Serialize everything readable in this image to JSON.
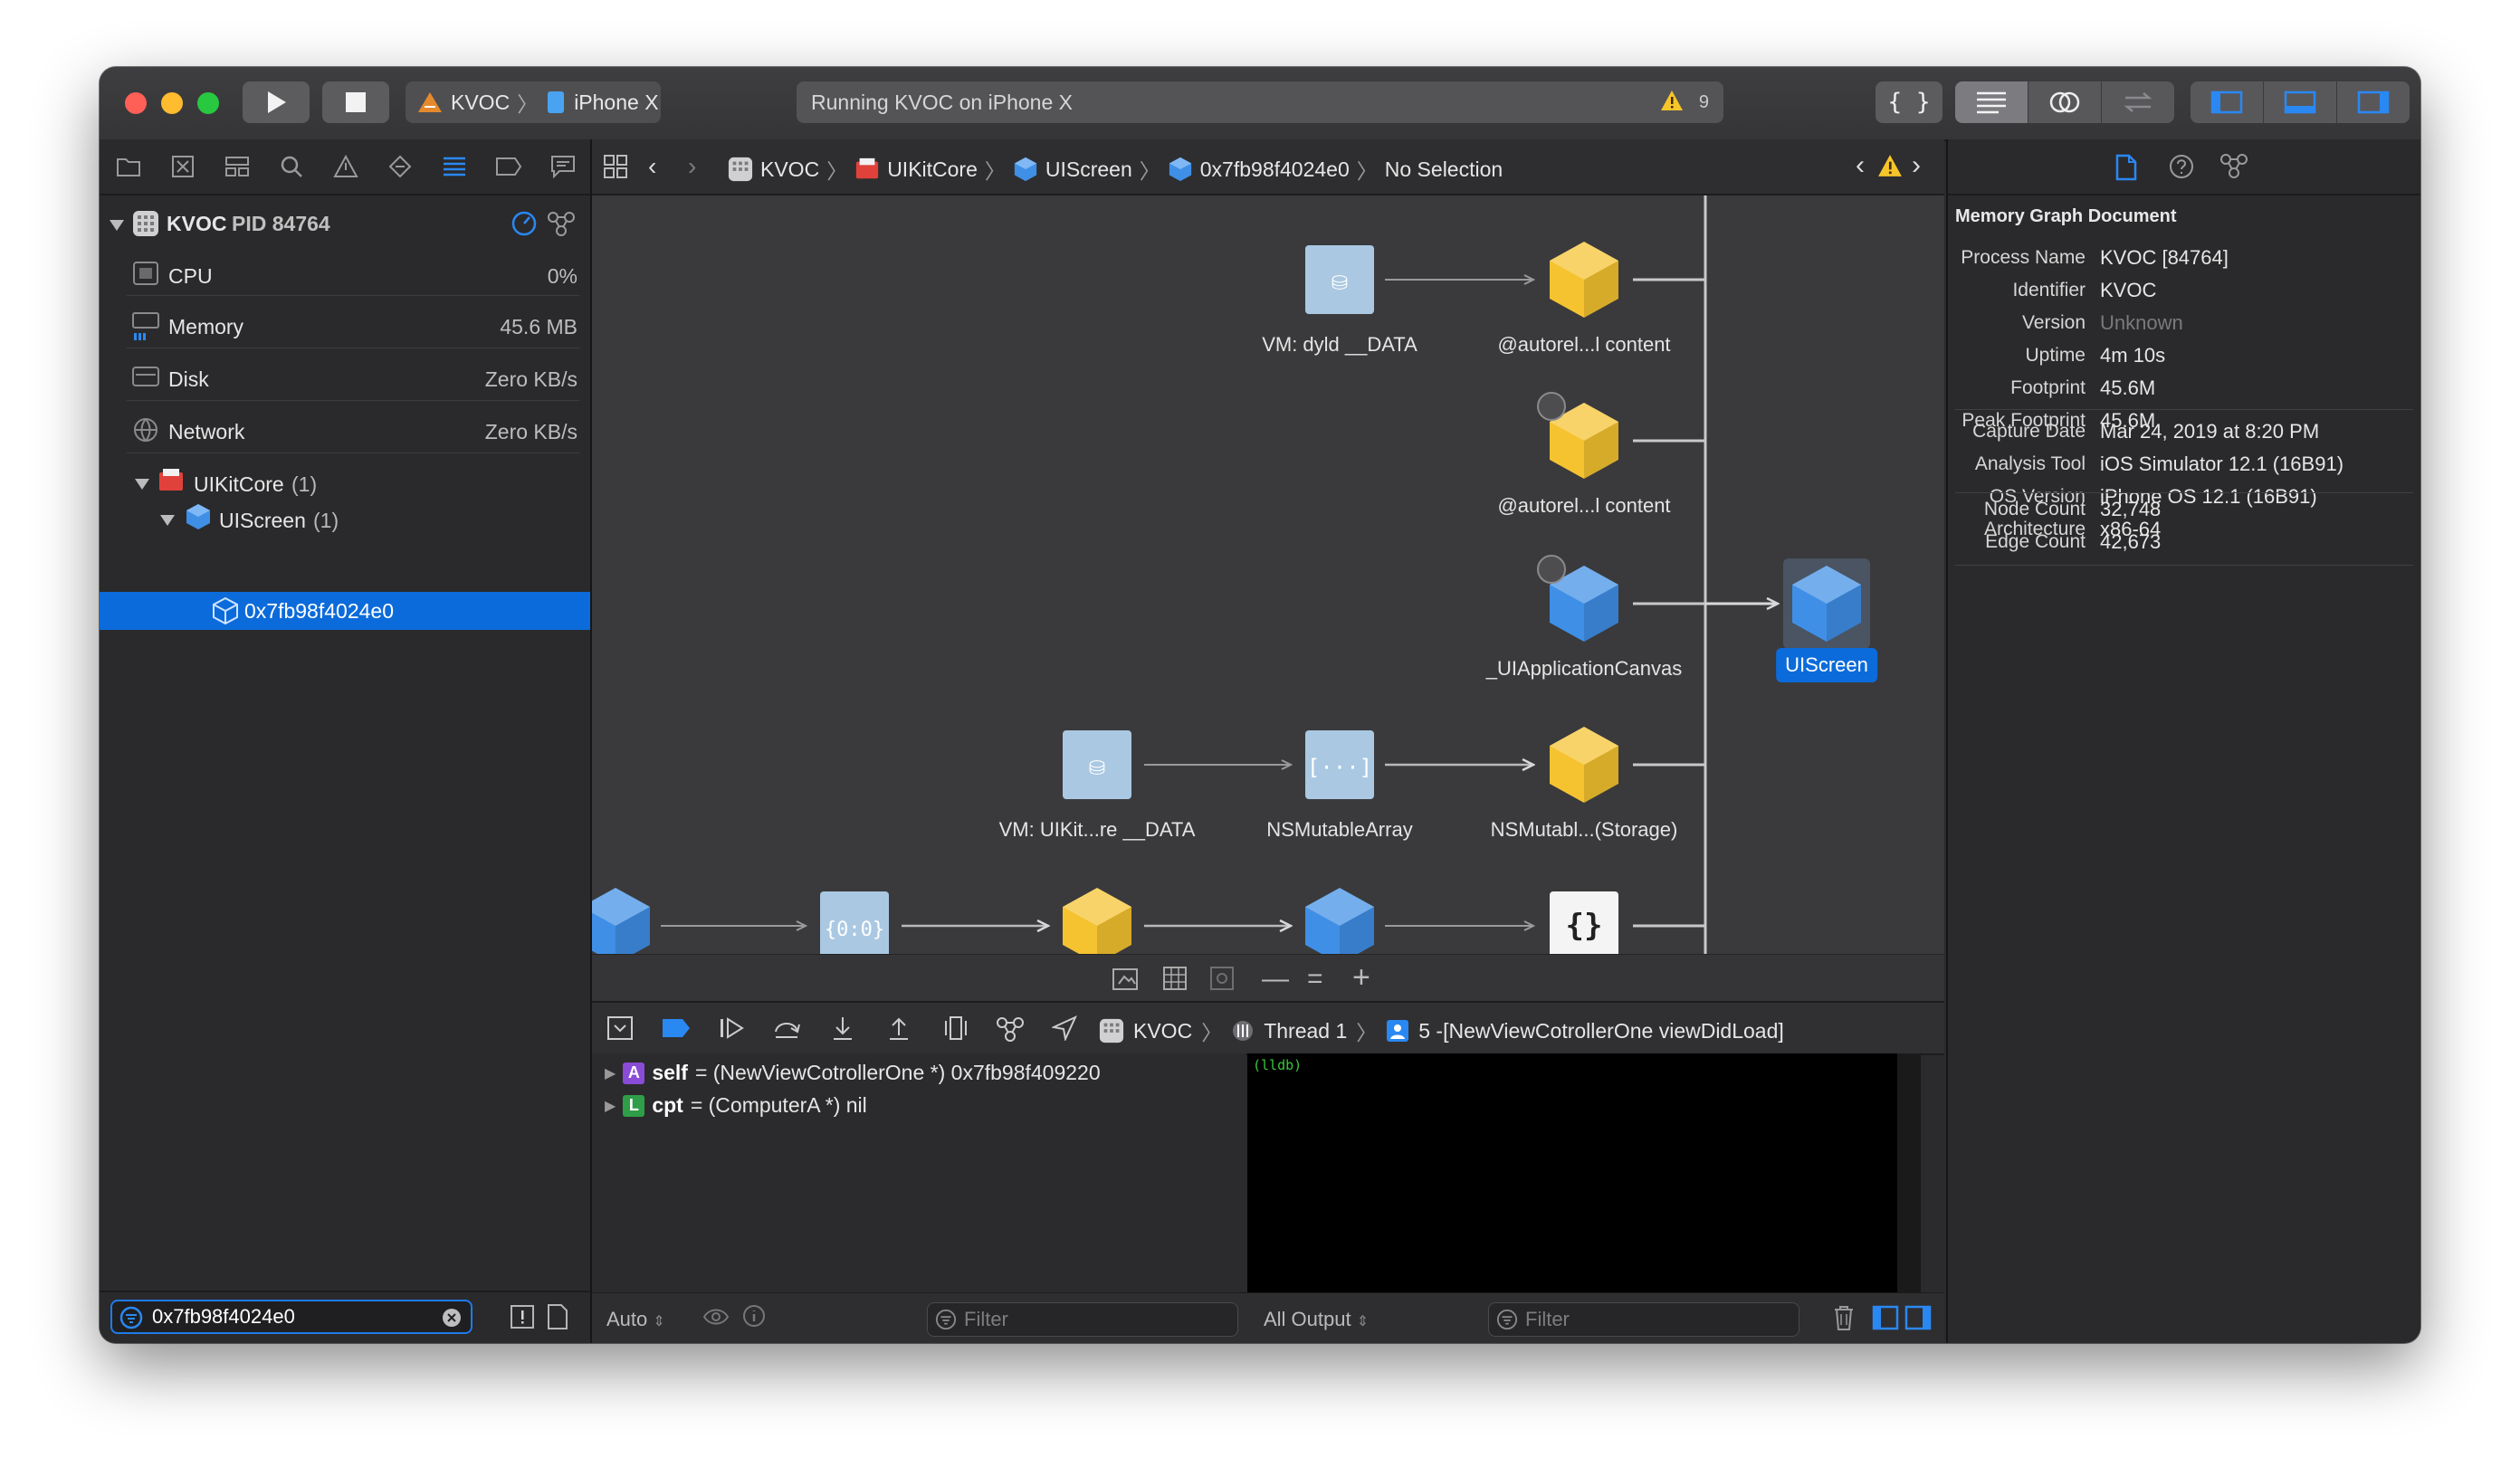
{
  "toolbar": {
    "scheme_project": "KVOC",
    "scheme_device": "iPhone X",
    "activity_text": "Running KVOC on iPhone X",
    "warning_count": "9"
  },
  "navigator": {
    "process_name": "KVOC",
    "process_pid": "PID 84764",
    "gauges": [
      {
        "label": "CPU",
        "value": "0%"
      },
      {
        "label": "Memory",
        "value": "45.6 MB"
      },
      {
        "label": "Disk",
        "value": "Zero KB/s"
      },
      {
        "label": "Network",
        "value": "Zero KB/s"
      }
    ],
    "tree": [
      {
        "label": "UIKitCore",
        "count": "(1)"
      },
      {
        "label": "UIScreen",
        "count": "(1)"
      },
      {
        "label": "0x7fb98f4024e0",
        "count": ""
      }
    ],
    "filter_value": "0x7fb98f4024e0"
  },
  "jumpbar": {
    "crumbs": [
      "KVOC",
      "UIKitCore",
      "UIScreen",
      "0x7fb98f4024e0",
      "No Selection"
    ]
  },
  "graph": {
    "labels": {
      "vm_dyld": "VM: dyld __DATA",
      "autorel1": "@autorel...l content",
      "autorel2": "@autorel...l content",
      "canvas": "_UIApplicationCanvas",
      "uiscreen": "UIScreen",
      "vm_uikit": "VM: UIKit...re __DATA",
      "nsmutablearray": "NSMutableArray",
      "nsstorage": "NSMutabl...(Storage)"
    },
    "colors": {
      "struct_yellow": "#f5c330",
      "class_blue": "#3f8fe6",
      "selection": "#0c6bda"
    }
  },
  "debugbar": {
    "target": "KVOC",
    "thread": "Thread 1",
    "frame": "5 -[NewViewCotrollerOne viewDidLoad]"
  },
  "variables": [
    {
      "badge": "A",
      "name": "self",
      "value": "= (NewViewCotrollerOne *) 0x7fb98f409220"
    },
    {
      "badge": "L",
      "name": "cpt",
      "value": "= (ComputerA *) nil"
    }
  ],
  "console": {
    "prompt": "(lldb)"
  },
  "debugfooter": {
    "auto_label": "Auto",
    "filter_placeholder": "Filter",
    "output_label": "All Output",
    "console_filter_placeholder": "Filter"
  },
  "inspector": {
    "section_title": "Memory Graph Document",
    "fields_a": [
      {
        "key": "Process Name",
        "value": "KVOC [84764]"
      },
      {
        "key": "Identifier",
        "value": "KVOC"
      },
      {
        "key": "Version",
        "value": "Unknown"
      },
      {
        "key": "Uptime",
        "value": "4m 10s"
      },
      {
        "key": "Footprint",
        "value": "45.6M"
      },
      {
        "key": "Peak Footprint",
        "value": "45.6M"
      }
    ],
    "fields_b": [
      {
        "key": "Capture Date",
        "value": "Mar 24, 2019 at 8:20 PM"
      },
      {
        "key": "Analysis Tool",
        "value": "iOS Simulator 12.1 (16B91)"
      },
      {
        "key": "OS Version",
        "value": "iPhone OS 12.1 (16B91)"
      },
      {
        "key": "Architecture",
        "value": "x86-64"
      }
    ],
    "fields_c": [
      {
        "key": "Node Count",
        "value": "32,748"
      },
      {
        "key": "Edge Count",
        "value": "42,673"
      }
    ]
  }
}
